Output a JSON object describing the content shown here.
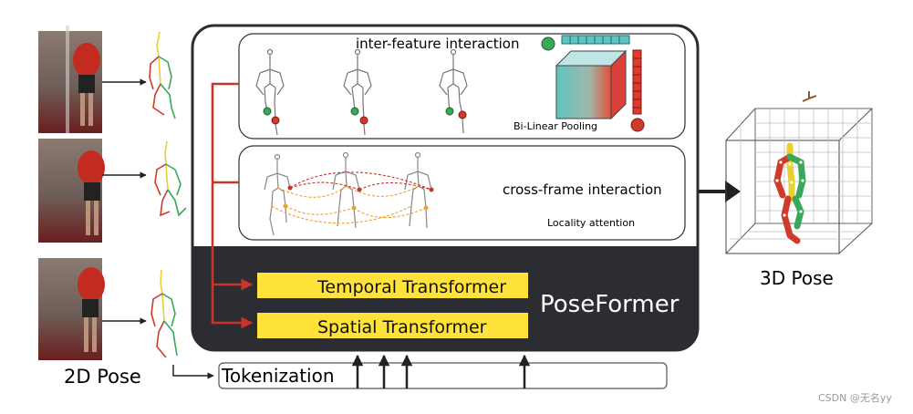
{
  "labels": {
    "inter_feature": "inter-feature interaction",
    "bilinear": "Bi-Linear Pooling",
    "cross_frame": "cross-frame interaction",
    "locality": "Locality attention",
    "temporal": "Temporal Transformer",
    "spatial": "Spatial Transformer",
    "model": "PoseFormer",
    "tokenization": "Tokenization",
    "pose2d": "2D Pose",
    "pose3d": "3D Pose",
    "watermark": "CSDN @无名yy"
  },
  "colors": {
    "dark_panel": "#2b2d33",
    "yellow": "#ffe33a",
    "red": "#c8342a",
    "green": "#3aa85a",
    "orange": "#f0a030",
    "teal": "#5ec4c0"
  }
}
